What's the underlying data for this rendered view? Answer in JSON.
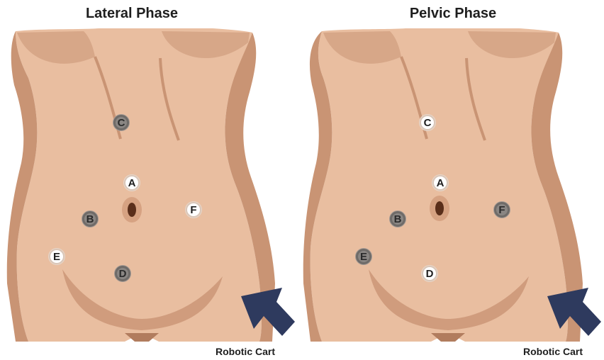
{
  "panels": [
    {
      "title": "Lateral Phase",
      "cart_label": "Robotic Cart",
      "ports": [
        {
          "label": "A",
          "state": "inactive"
        },
        {
          "label": "B",
          "state": "active"
        },
        {
          "label": "C",
          "state": "active"
        },
        {
          "label": "D",
          "state": "active"
        },
        {
          "label": "E",
          "state": "inactive"
        },
        {
          "label": "F",
          "state": "inactive"
        }
      ]
    },
    {
      "title": "Pelvic Phase",
      "cart_label": "Robotic Cart",
      "ports": [
        {
          "label": "A",
          "state": "inactive"
        },
        {
          "label": "B",
          "state": "active"
        },
        {
          "label": "C",
          "state": "inactive"
        },
        {
          "label": "D",
          "state": "inactive"
        },
        {
          "label": "E",
          "state": "active"
        },
        {
          "label": "F",
          "state": "active"
        }
      ]
    }
  ],
  "colors": {
    "skin": "#e9bea0",
    "skin_shadow": "#c99474",
    "skin_dark": "#b17c5e",
    "arrow": "#2e3a5e"
  }
}
